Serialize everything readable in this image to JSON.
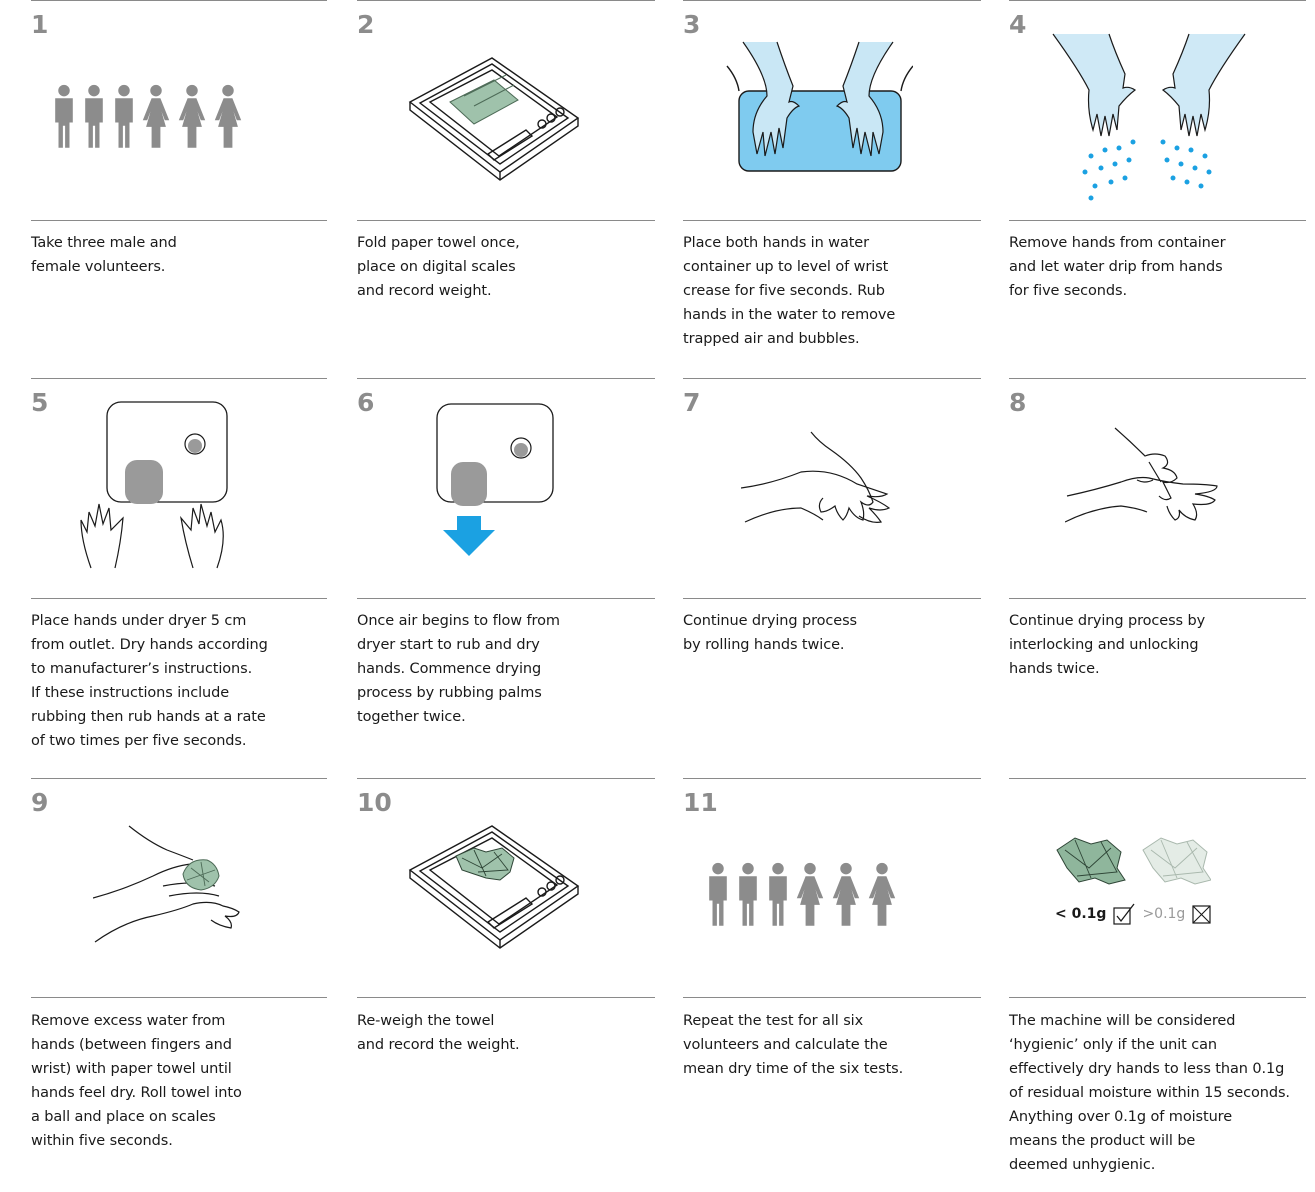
{
  "colors": {
    "rule": "#8a8a8a",
    "number": "#8c8c8c",
    "figure": "#8c8c8c",
    "water": "#7fcbef",
    "arrow": "#1ba1e2",
    "towel": "#9fc2ab",
    "ink": "#1a1a1a"
  },
  "steps": [
    {
      "number": "1",
      "text": "Take three male and\nfemale volunteers."
    },
    {
      "number": "2",
      "text": "Fold paper towel once,\nplace on digital scales\nand record weight."
    },
    {
      "number": "3",
      "text": "Place both hands in water\ncontainer up to level of wrist\ncrease for five seconds. Rub\nhands in the water to remove\ntrapped air and bubbles."
    },
    {
      "number": "4",
      "text": "Remove hands from container\nand let water drip from hands\nfor five seconds."
    },
    {
      "number": "5",
      "text": "Place hands under dryer 5 cm\nfrom outlet. Dry hands according\nto manufacturer’s instructions.\nIf these instructions include\nrubbing then rub hands at a rate\nof two times per five seconds."
    },
    {
      "number": "6",
      "text": "Once air begins to flow from\ndryer start to rub and dry\nhands. Commence drying\nprocess by rubbing palms\ntogether twice."
    },
    {
      "number": "7",
      "text": "Continue drying process\nby rolling hands twice."
    },
    {
      "number": "8",
      "text": "Continue drying process by\ninterlocking and unlocking\nhands twice."
    },
    {
      "number": "9",
      "text": "Remove excess water from\nhands (between fingers and\nwrist) with paper towel until\nhands feel dry. Roll towel into\na ball and place on scales\nwithin five seconds."
    },
    {
      "number": "10",
      "text": "Re-weigh the towel\nand record the weight."
    },
    {
      "number": "11",
      "text": "Repeat the test for all six\nvolunteers and calculate the\nmean dry time of the six tests."
    },
    {
      "number": "",
      "text": "The machine will be considered\n‘hygienic’ only if the unit can\neffectively dry hands to less than 0.1g\nof residual moisture within 15 seconds.\nAnything over 0.1g of moisture\nmeans the product will be\ndeemed unhygienic."
    }
  ],
  "result_labels": {
    "pass": "< 0.1g",
    "fail": ">0.1g"
  },
  "icons": [
    "people-group-icon",
    "scale-towel-icon",
    "hands-in-water-icon",
    "dripping-hands-icon",
    "hand-dryer-hands-icon",
    "hand-dryer-airflow-icon",
    "rolling-hands-icon",
    "interlocking-hands-icon",
    "towel-drying-icon",
    "scale-crumpled-towel-icon",
    "people-group-icon",
    "towel-comparison-icon",
    "checkbox-checked-icon",
    "checkbox-crossed-icon"
  ]
}
